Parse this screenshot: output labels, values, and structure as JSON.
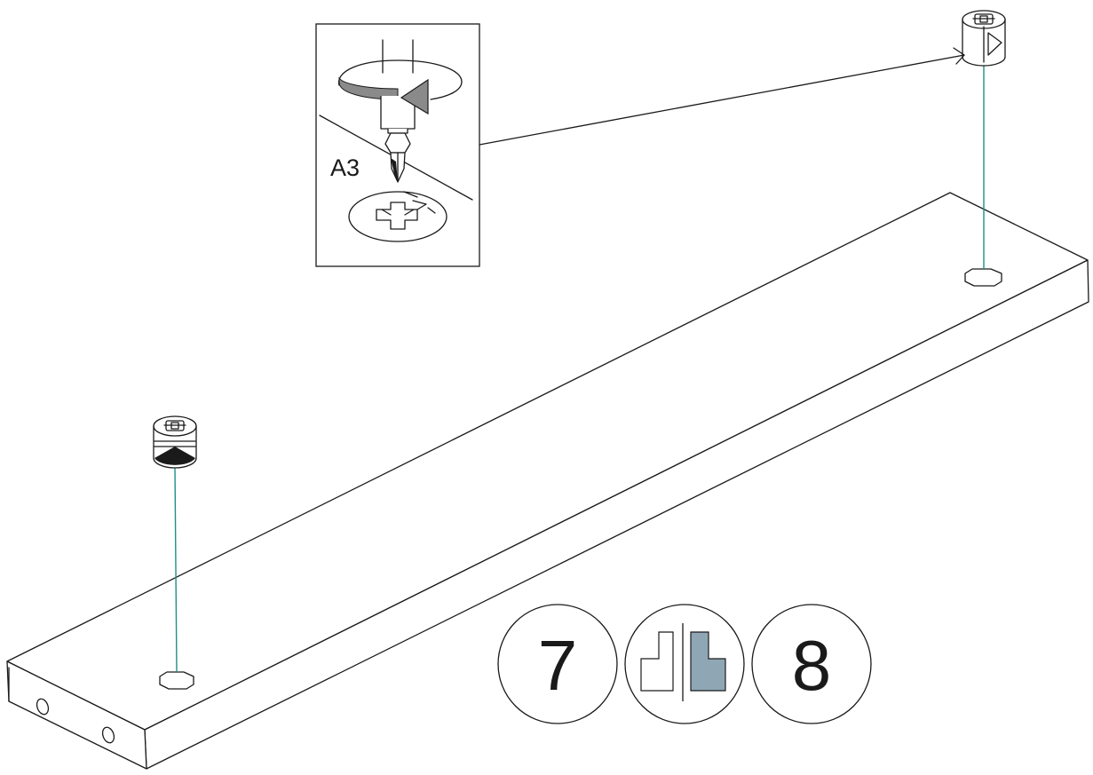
{
  "detail": {
    "tool_label": "A3"
  },
  "steps": {
    "current": "7",
    "next": "8"
  },
  "colors": {
    "guide_line": "#1f8f86",
    "panel_shade": "#8fa7b5",
    "arrow_gray": "#8a8a8a",
    "ink": "#1a1a1a"
  },
  "icons": {
    "board": "wooden-board",
    "cam_lock_nut": "cam-lock-nut-icon",
    "screwdriver": "screwdriver-icon",
    "rotate_arrow": "rotate-arrow-icon",
    "screw_head": "phillips-screw-head-icon",
    "orientation": "panel-orientation-icon"
  }
}
